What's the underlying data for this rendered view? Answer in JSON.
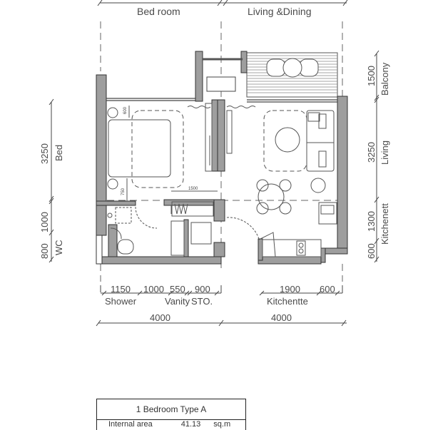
{
  "top_dimensions": [
    {
      "room": "Bed room"
    },
    {
      "room": "Living &Dining"
    }
  ],
  "left_dimensions": [
    {
      "value": "3250",
      "room": "Bed"
    },
    {
      "value": "1000",
      "room": ""
    },
    {
      "value": "800",
      "room": "WC"
    }
  ],
  "right_dimensions": [
    {
      "value": "1500",
      "room": "Balcony"
    },
    {
      "value": "3250",
      "room": "Living"
    },
    {
      "value": "1300",
      "room": "Kitchenett"
    },
    {
      "value": "600",
      "room": ""
    }
  ],
  "bottom_dimensions": {
    "detail": [
      {
        "value": "1150",
        "room": "Shower"
      },
      {
        "value": "1000",
        "room": ""
      },
      {
        "value": "550",
        "room": "Vanity"
      },
      {
        "value": "900",
        "room": "STO."
      },
      {
        "value": "1900",
        "room": "Kitchentte"
      },
      {
        "value": "600",
        "room": ""
      }
    ],
    "overall": [
      "4000",
      "4000"
    ]
  },
  "inner_dimensions": {
    "bed_top_clearance": "600",
    "bed_bottom_clearance": "750",
    "wardrobe_width": "1500"
  },
  "spec_table": {
    "title": "1 Bedroom Type A",
    "internal_area_label": "Internal area",
    "internal_area_value": "41.13",
    "internal_area_unit": "sq.m"
  },
  "colors": {
    "wall_fill": "#9e9e9e",
    "wall_stroke": "#333333",
    "line": "#555555"
  }
}
